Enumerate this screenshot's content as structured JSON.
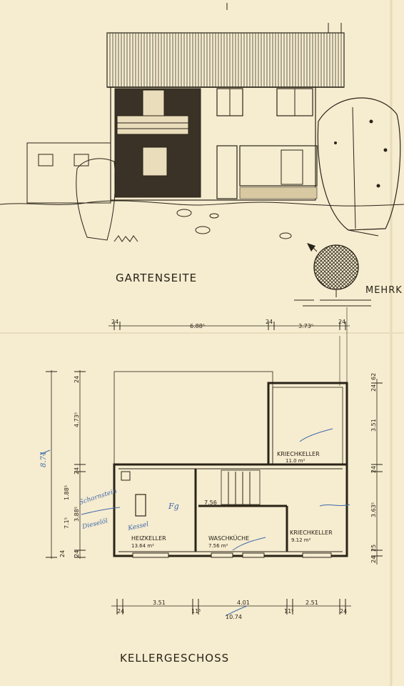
{
  "titles": {
    "elevation": "GARTENSEITE",
    "neighbor": "MEHRK",
    "plan": "KELLERGESCHOSS"
  },
  "dimensions": {
    "top_row": [
      "24",
      "6.88⁵",
      "24",
      "3.73⁵",
      "24"
    ],
    "left_col_outer": [
      "24",
      "4.73⁵",
      "24",
      "3.88⁵",
      "24"
    ],
    "left_col_inner": [
      "1.88⁵",
      "7.1⁵",
      "24"
    ],
    "left_total": "8.74",
    "right_col": [
      "24",
      "62",
      "3.51",
      "24",
      "3.63⁵",
      "25",
      "24"
    ],
    "bottom_row": [
      "24",
      "3.51",
      "11⁵",
      "4.01",
      "11⁵",
      "2.51",
      "24"
    ],
    "bottom_total": "10.74",
    "inner_note": "7.56"
  },
  "rooms": [
    {
      "name": "KRIECHKELLER",
      "area": "11.0 m²"
    },
    {
      "name": "HEIZKELLER",
      "area": "13.64 m²"
    },
    {
      "name": "WASCHKÜCHE",
      "area": "7.56 m²"
    },
    {
      "name": "KRIECHKELLER",
      "area": "9.12 m²"
    }
  ],
  "handwritten": [
    "Fg",
    "Schornstein",
    "Dieselöl",
    "Kessel"
  ]
}
